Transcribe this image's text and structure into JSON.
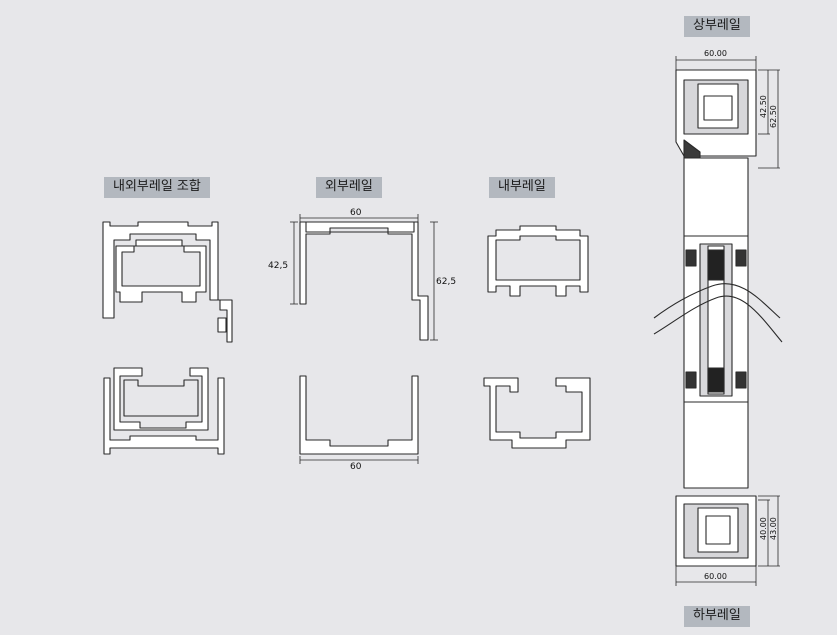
{
  "labels": {
    "combo": "내외부레일 조합",
    "outer": "외부레일",
    "inner": "내부레일",
    "top_rail": "상부레일",
    "bottom_rail": "하부레일"
  },
  "dims": {
    "outer_width_top": "60",
    "outer_height_left": "42,5",
    "outer_height_right": "62,5",
    "outer_width_bottom": "60",
    "top_width": "60.00",
    "top_h1": "42.50",
    "top_h2": "62.50",
    "bottom_h1": "40.00",
    "bottom_h2": "43.00",
    "bottom_width": "60.00"
  },
  "colors": {
    "background": "#e7e7ea",
    "label_bg": "#b3b8bf",
    "line": "#2a2a2a",
    "fill": "#ffffff"
  }
}
